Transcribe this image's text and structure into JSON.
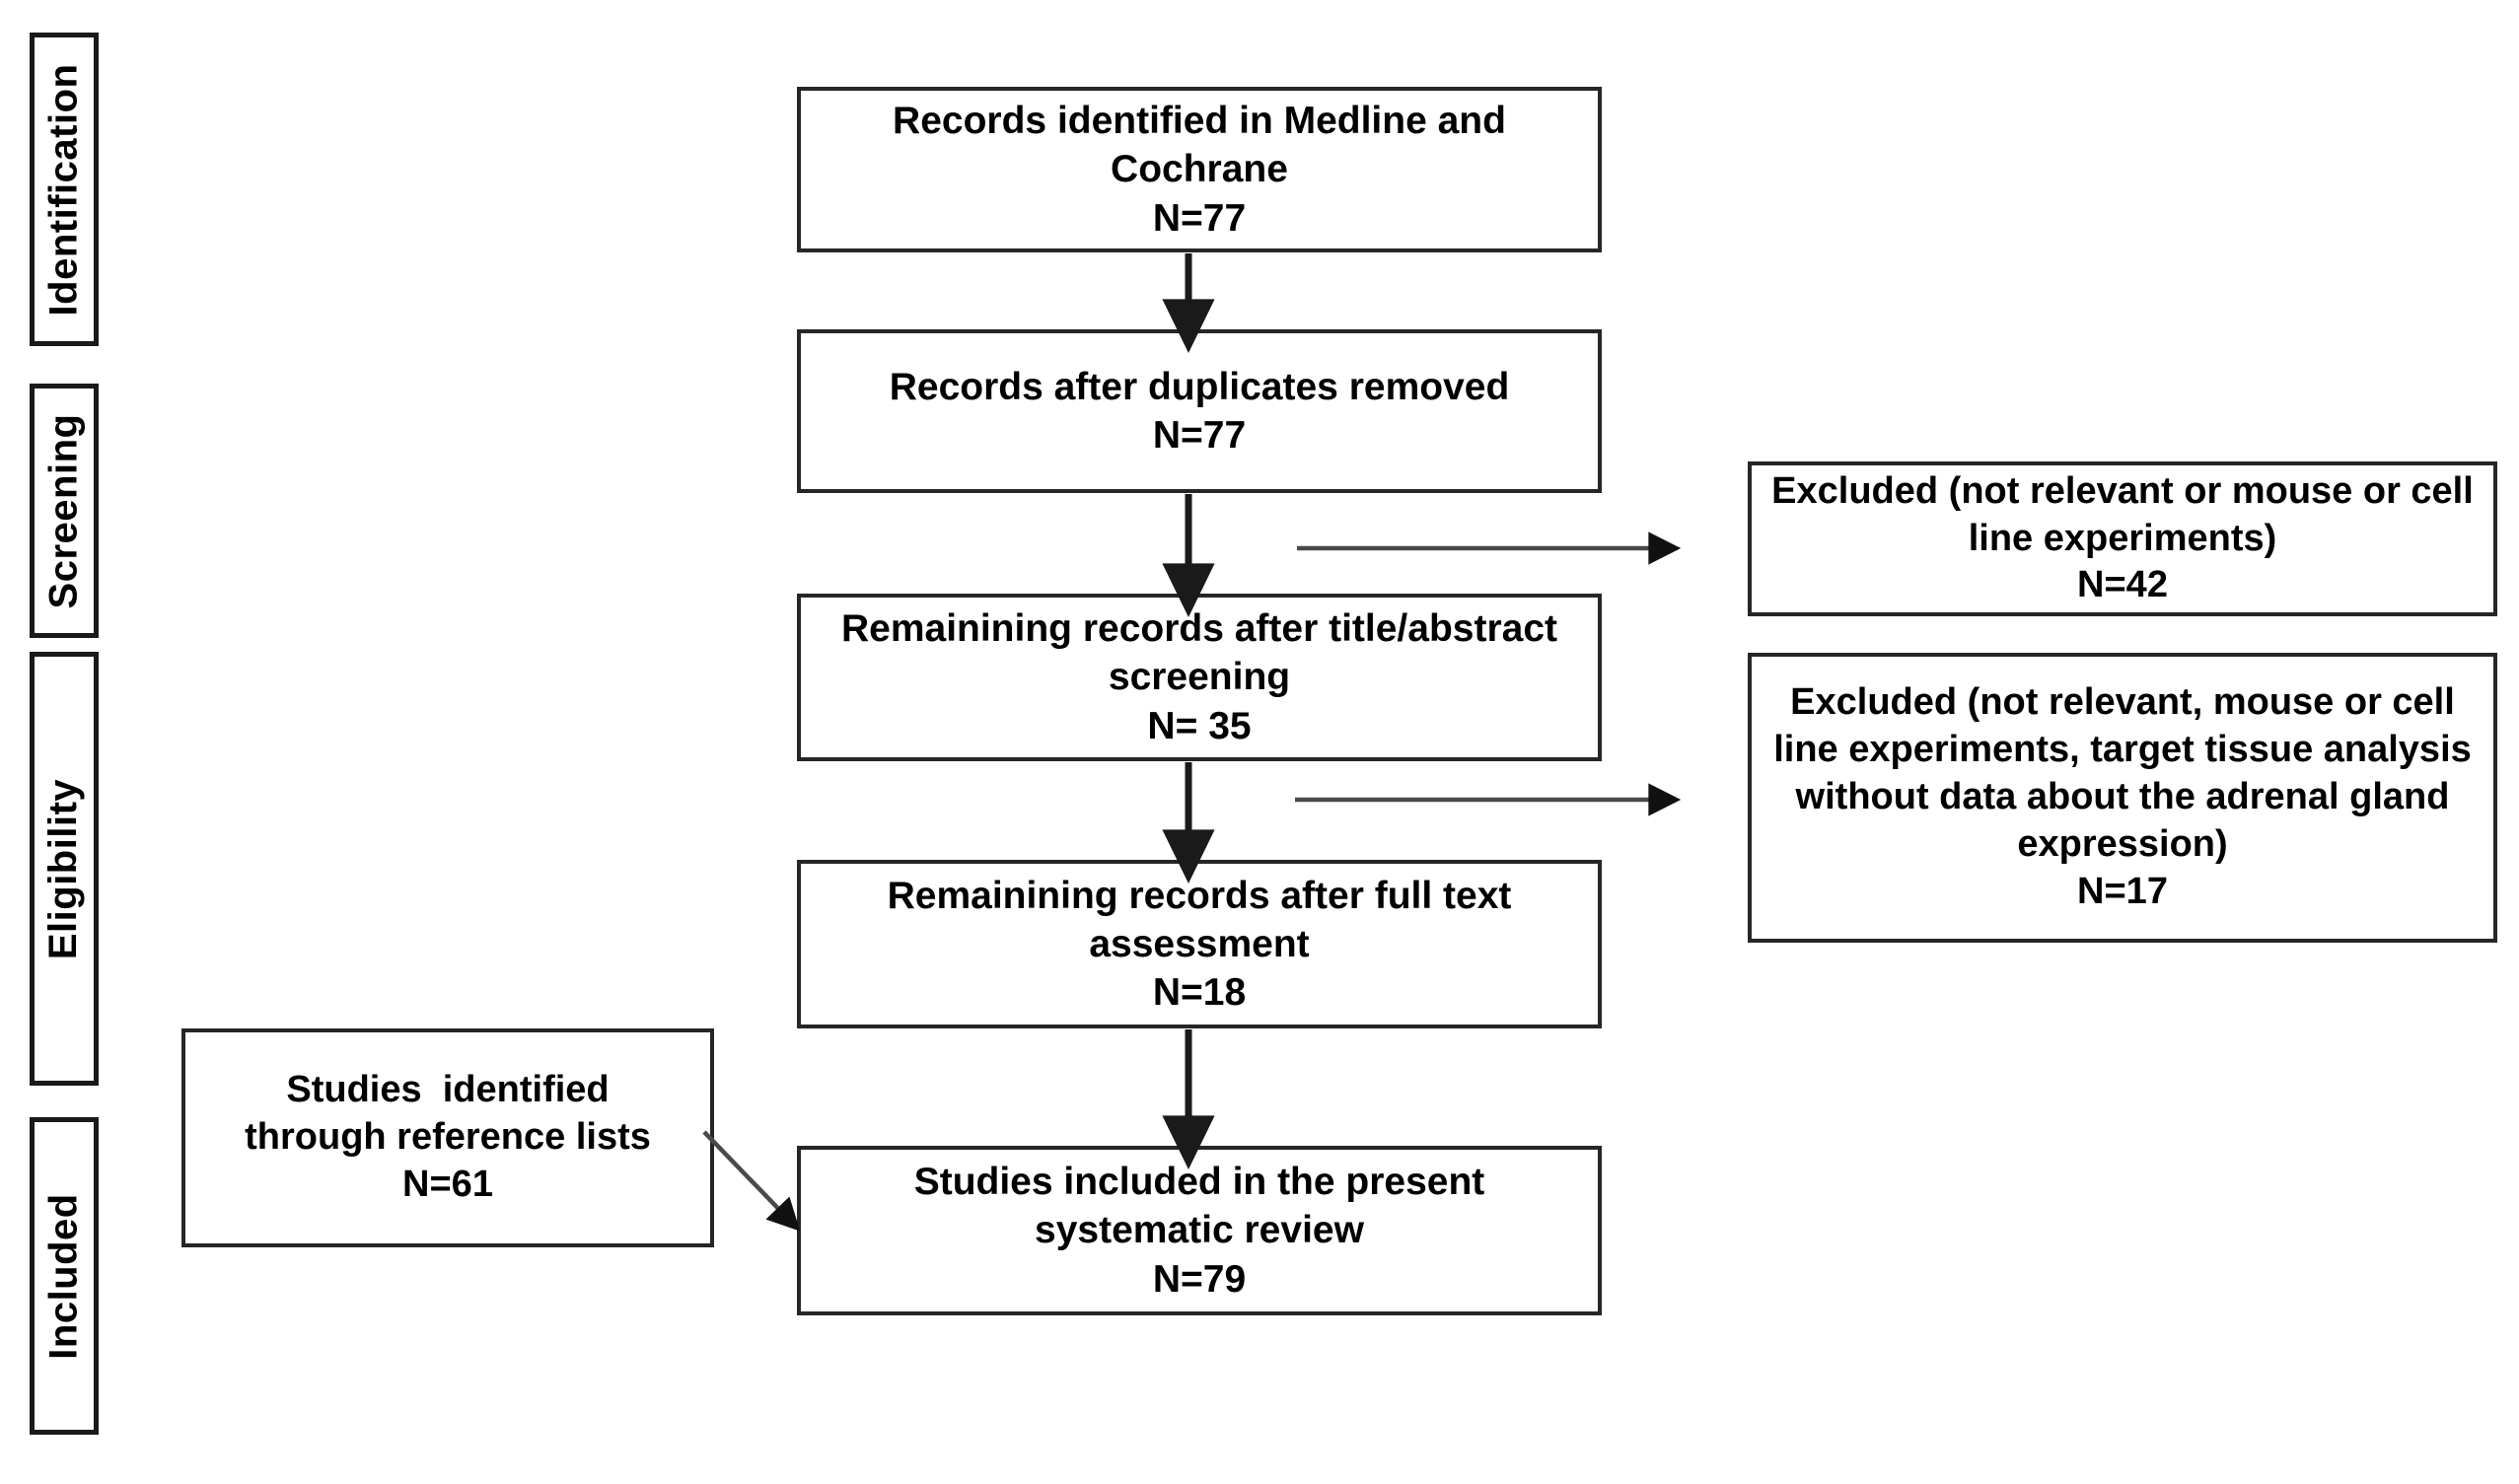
{
  "diagram": {
    "type": "prisma-flow-diagram",
    "title": "PRISMA study selection flow diagram",
    "colors": {
      "box_border": "#262626",
      "stage_border": "#1a1a1a",
      "background": "#ffffff",
      "text": "#000000",
      "connector": "#3f3f3f"
    }
  },
  "stages": [
    {
      "id": "identification",
      "label": "Identification"
    },
    {
      "id": "screening",
      "label": "Screening"
    },
    {
      "id": "eligibility",
      "label": "Eligibility"
    },
    {
      "id": "included",
      "label": "Included"
    }
  ],
  "flow_boxes": [
    {
      "id": "records-identified",
      "lines": [
        "Records identified in Medline and",
        "Cochrane",
        "N=77"
      ],
      "count": 77
    },
    {
      "id": "records-after-duplicates",
      "lines": [
        "Records after duplicates removed",
        "N=77"
      ],
      "count": 77
    },
    {
      "id": "records-after-title-abstract",
      "lines": [
        "Remainining records after title/abstract",
        "screening",
        "N= 35"
      ],
      "count": 35
    },
    {
      "id": "records-after-full-text",
      "lines": [
        "Remainining records after full text",
        "assessment",
        "N=18"
      ],
      "count": 18
    },
    {
      "id": "studies-included",
      "lines": [
        "Studies included in the present",
        "systematic review",
        "N=79"
      ],
      "count": 79
    }
  ],
  "exclusion_boxes": [
    {
      "id": "excluded-screening",
      "lines": [
        "Excluded (not relevant or mouse or cell",
        "line experiments)",
        "N=42"
      ],
      "count": 42
    },
    {
      "id": "excluded-eligibility",
      "lines": [
        "Excluded (not relevant, mouse or cell",
        "line experiments, target tissue analysis",
        "without data about the adrenal gland",
        "expression)",
        "N=17"
      ],
      "count": 17
    }
  ],
  "side_boxes": [
    {
      "id": "studies-from-references",
      "lines": [
        "Studies  identified",
        "through reference lists",
        "N=61"
      ],
      "count": 61
    }
  ],
  "connectors": [
    {
      "id": "arrow-box1-box2",
      "kind": "vertical-arrow"
    },
    {
      "id": "arrow-box2-box3",
      "kind": "vertical-arrow"
    },
    {
      "id": "arrow-box3-box4",
      "kind": "vertical-arrow"
    },
    {
      "id": "arrow-box4-box5",
      "kind": "vertical-arrow"
    },
    {
      "id": "arrow-exclusion-screening",
      "kind": "horizontal-arrow"
    },
    {
      "id": "arrow-exclusion-eligibility",
      "kind": "horizontal-arrow"
    },
    {
      "id": "arrow-references-to-included",
      "kind": "diagonal-arrow"
    }
  ]
}
